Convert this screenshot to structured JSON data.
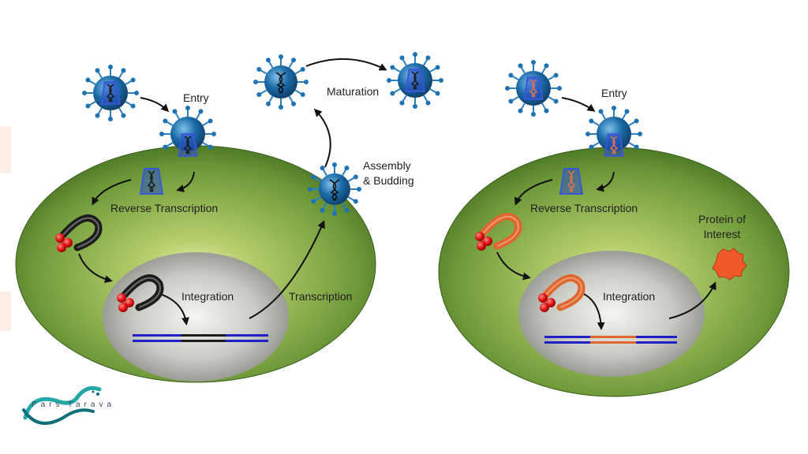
{
  "left_panel": {
    "labels": {
      "entry": "Entry",
      "reverse_transcription": "Reverse Transcription",
      "integration": "Integration",
      "transcription": "Transcription",
      "assembly_line1": "Assembly",
      "assembly_line2": "& Budding",
      "maturation": "Maturation"
    }
  },
  "right_panel": {
    "labels": {
      "entry": "Entry",
      "reverse_transcription": "Reverse Transcription",
      "integration": "Integration",
      "protein_line1": "Protein of",
      "protein_line2": "Interest"
    }
  },
  "logo": {
    "word1": "Pars",
    "word2": "Tarava"
  },
  "colors": {
    "cell": "#6f9a3a",
    "nucleus": "#b9bcb4",
    "virus": "#1b6ba8",
    "capsid": "#3b57d6",
    "viral_dna": "#1c1c1c",
    "transgene": "#e0662e",
    "host_dna": "#2020c8",
    "protein": "#f05a28",
    "arrow": "#111111"
  }
}
